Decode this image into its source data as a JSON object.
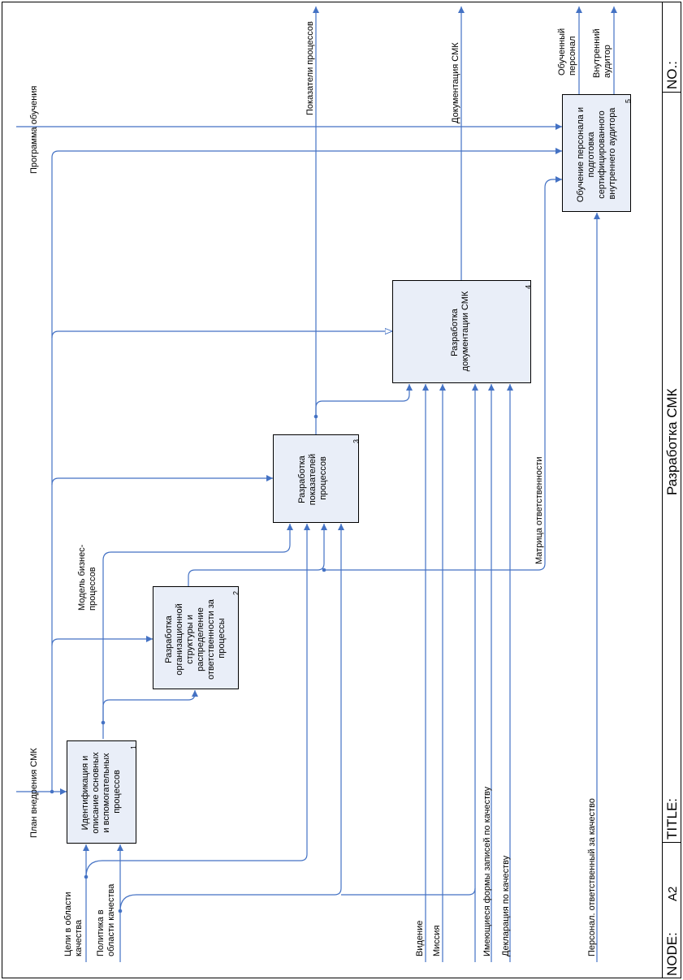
{
  "frame": {
    "node_label": "NODE:",
    "node_value": "A2",
    "title_label": "TITLE:",
    "title_value": "Разработка СМК",
    "no_label": "NO.:"
  },
  "colors": {
    "line": "#4472c4",
    "box_fill": "#e9eef8",
    "frame": "#000000"
  },
  "boxes": [
    {
      "number": "1",
      "lines": [
        "Идентификация и",
        "описание основных",
        "и вспомогательных",
        "процессов"
      ]
    },
    {
      "number": "2",
      "lines": [
        "Разработка",
        "организационной",
        "структуры и",
        "распределение",
        "ответственности за",
        "процессы"
      ]
    },
    {
      "number": "3",
      "lines": [
        "Разработка",
        "показателей",
        "процессов"
      ]
    },
    {
      "number": "4",
      "lines": [
        "Разработка",
        "документации СМК"
      ]
    },
    {
      "number": "5",
      "lines": [
        "Обучение персонала и",
        "подготовка",
        "сертифицированного",
        "внутреннего аудитора"
      ]
    }
  ],
  "labels": {
    "plan": "План внедрения СМК",
    "programma": "Программа обучения",
    "celi": [
      "Цели в области",
      "качества"
    ],
    "politika": [
      "Политика в",
      "области качества"
    ],
    "videnie": "Видение",
    "missiya": "Миссия",
    "formy": "Имеющиеся формы записей по качеству",
    "deklaraciya": "Декларация по качеству",
    "personal": "Персонал. ответственный за качество",
    "model": [
      "Модель бизнес-",
      "процессов"
    ],
    "matrica": "Матрица ответственности",
    "pokazateli": "Показатели процессов",
    "dokumentaciya": "Документация СМК",
    "obuchenny": [
      "Обученный",
      "персонал"
    ],
    "auditor": [
      "Внутренний",
      "аудитор"
    ]
  }
}
